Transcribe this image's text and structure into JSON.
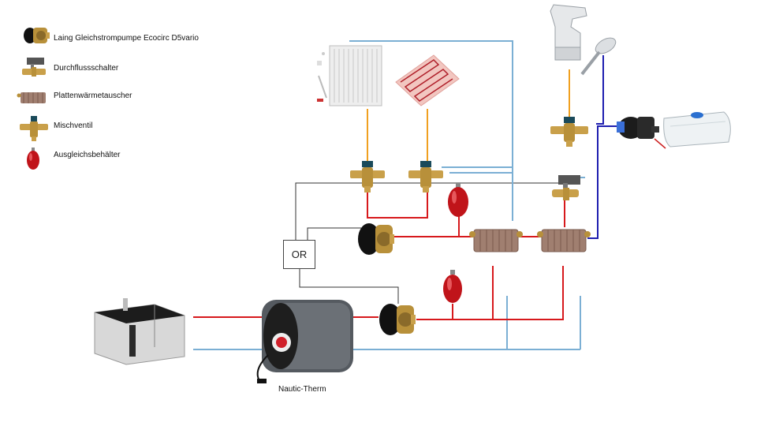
{
  "legend": {
    "items": [
      {
        "id": "pump",
        "label": "Laing Gleichstrompumpe Ecocirc D5vario",
        "icon": "pump-icon"
      },
      {
        "id": "flow_switch",
        "label": "Durchflussschalter",
        "icon": "flow-switch-icon"
      },
      {
        "id": "plate_hx",
        "label": "Plattenwärmetauscher",
        "icon": "plate-heat-exchanger-icon"
      },
      {
        "id": "mixing_valve",
        "label": "Mischventil",
        "icon": "mixing-valve-icon"
      },
      {
        "id": "expansion",
        "label": "Ausgleichsbehälter",
        "icon": "expansion-tank-icon"
      }
    ]
  },
  "logic_box": {
    "label": "OR"
  },
  "boiler": {
    "caption": "Nautic-Therm"
  },
  "colors": {
    "hot_pipe": "#d7191c",
    "cold_pipe": "#7bafd4",
    "drinking_water": "#1f1fb0",
    "heating_loop": "#f0a020",
    "control_wire": "#333333"
  }
}
